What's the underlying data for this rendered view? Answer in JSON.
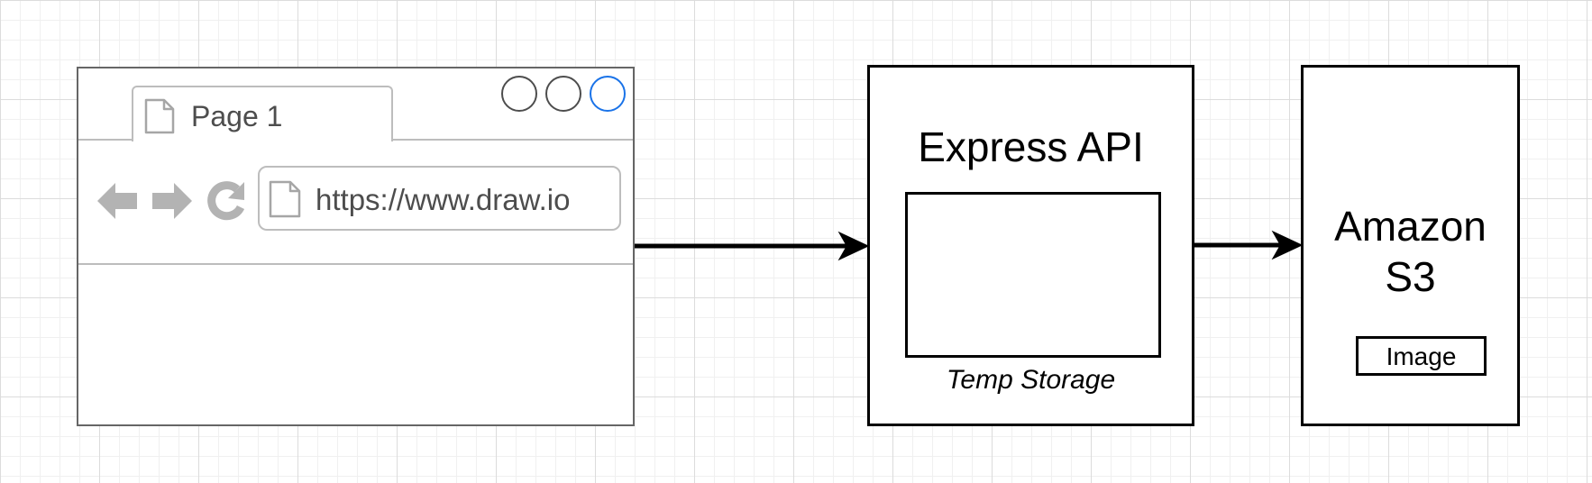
{
  "browser": {
    "tab_title": "Page 1",
    "url": "https://www.draw.io",
    "icons": {
      "tab_page": "page-icon",
      "address_page": "page-icon",
      "back": "arrow-left-icon",
      "forward": "arrow-right-icon",
      "reload": "reload-icon"
    },
    "window_buttons": [
      "circle",
      "circle",
      "circle-blue"
    ]
  },
  "api": {
    "title": "Express API",
    "storage_label": "Temp Storage"
  },
  "s3": {
    "title_line1": "Amazon",
    "title_line2": "S3",
    "image_label": "Image"
  },
  "colors": {
    "grid_major": "#dcdcdc",
    "grid_minor": "#f0f0f0",
    "browser_border": "#666666",
    "browser_light": "#bdbdbd",
    "text_gray": "#4d4d4d",
    "accent_blue": "#1a73e8",
    "stroke": "#000000"
  }
}
